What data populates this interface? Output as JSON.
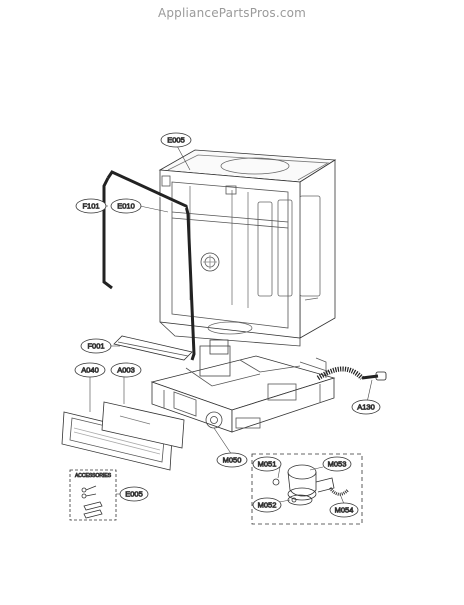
{
  "watermark": "AppliancePartsPros.com",
  "accessories_label": "ACCESSORIES",
  "callouts": {
    "e005_top": "E005",
    "f101": "F101",
    "e010": "E010",
    "f001": "F001",
    "a040": "A040",
    "a003": "A003",
    "m050": "M050",
    "m051": "M051",
    "m053": "M053",
    "m052": "M052",
    "m054": "M054",
    "a130": "A130",
    "e005_acc": "E005"
  }
}
